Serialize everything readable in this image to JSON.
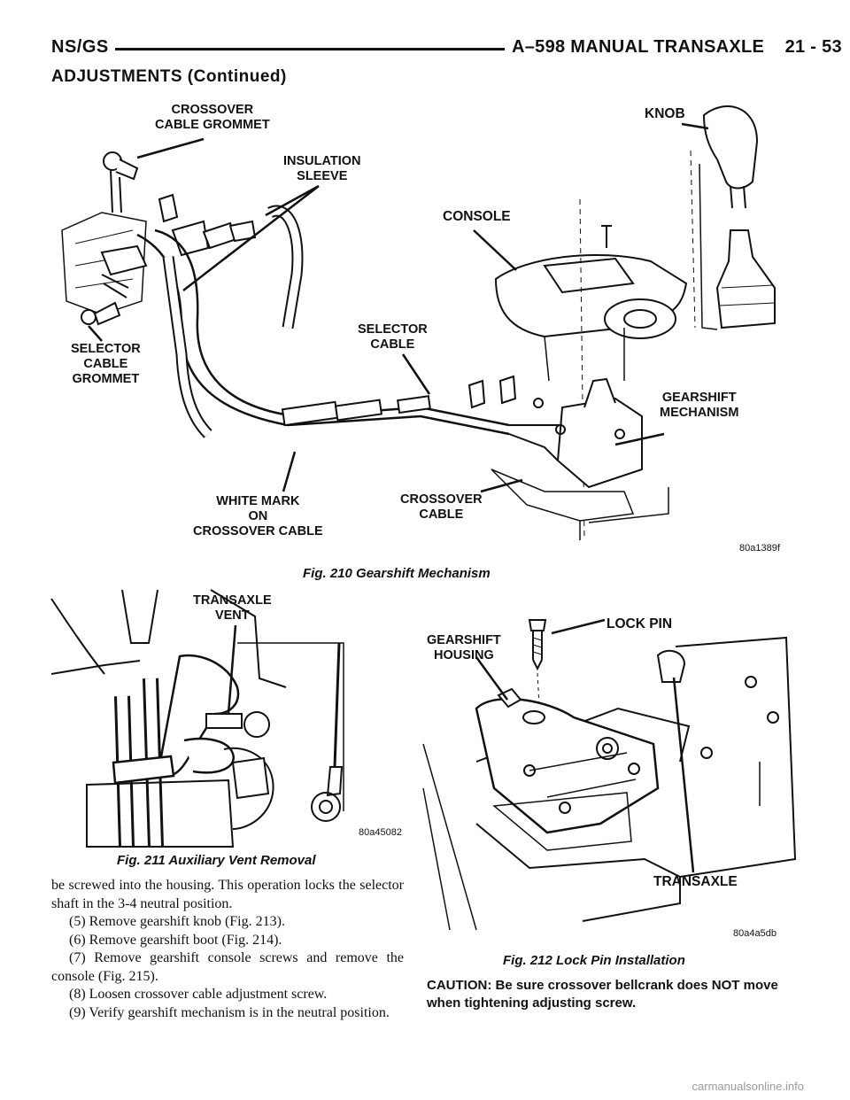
{
  "header": {
    "left": "NS/GS",
    "right": "A–598 MANUAL TRANSAXLE    21 - 53"
  },
  "section_title": "ADJUSTMENTS (Continued)",
  "fig210": {
    "labels": {
      "crossover_grommet": "CROSSOVER\nCABLE GROMMET",
      "knob": "KNOB",
      "insulation_sleeve": "INSULATION\nSLEEVE",
      "console": "CONSOLE",
      "selector_cable": "SELECTOR\nCABLE",
      "selector_grommet": "SELECTOR\nCABLE\nGROMMET",
      "gearshift_mechanism": "GEARSHIFT\nMECHANISM",
      "white_mark": "WHITE MARK\nON\nCROSSOVER CABLE",
      "crossover_cable": "CROSSOVER\nCABLE"
    },
    "code": "80a1389f",
    "caption": "Fig. 210 Gearshift Mechanism"
  },
  "fig211": {
    "labels": {
      "transaxle_vent": "TRANSAXLE\nVENT"
    },
    "code": "80a45082",
    "caption": "Fig. 211 Auxiliary Vent Removal"
  },
  "fig212": {
    "labels": {
      "lock_pin": "LOCK PIN",
      "gearshift_housing": "GEARSHIFT\nHOUSING",
      "transaxle": "TRANSAXLE"
    },
    "code": "80a4a5db",
    "caption": "Fig. 212 Lock Pin Installation"
  },
  "body_text": {
    "p1": "be screwed into the housing. This operation locks the selector shaft in the 3-4 neutral position.",
    "s5": "(5) Remove gearshift knob (Fig. 213).",
    "s6": "(6) Remove gearshift boot (Fig. 214).",
    "s7": "(7) Remove gearshift console screws and remove the console (Fig. 215).",
    "s8": "(8) Loosen crossover cable adjustment screw.",
    "s9": "(9) Verify gearshift mechanism is in the neutral position."
  },
  "caution": "CAUTION:  Be sure crossover bellcrank does NOT move when tightening adjusting screw.",
  "watermark": "carmanualsonline.info"
}
